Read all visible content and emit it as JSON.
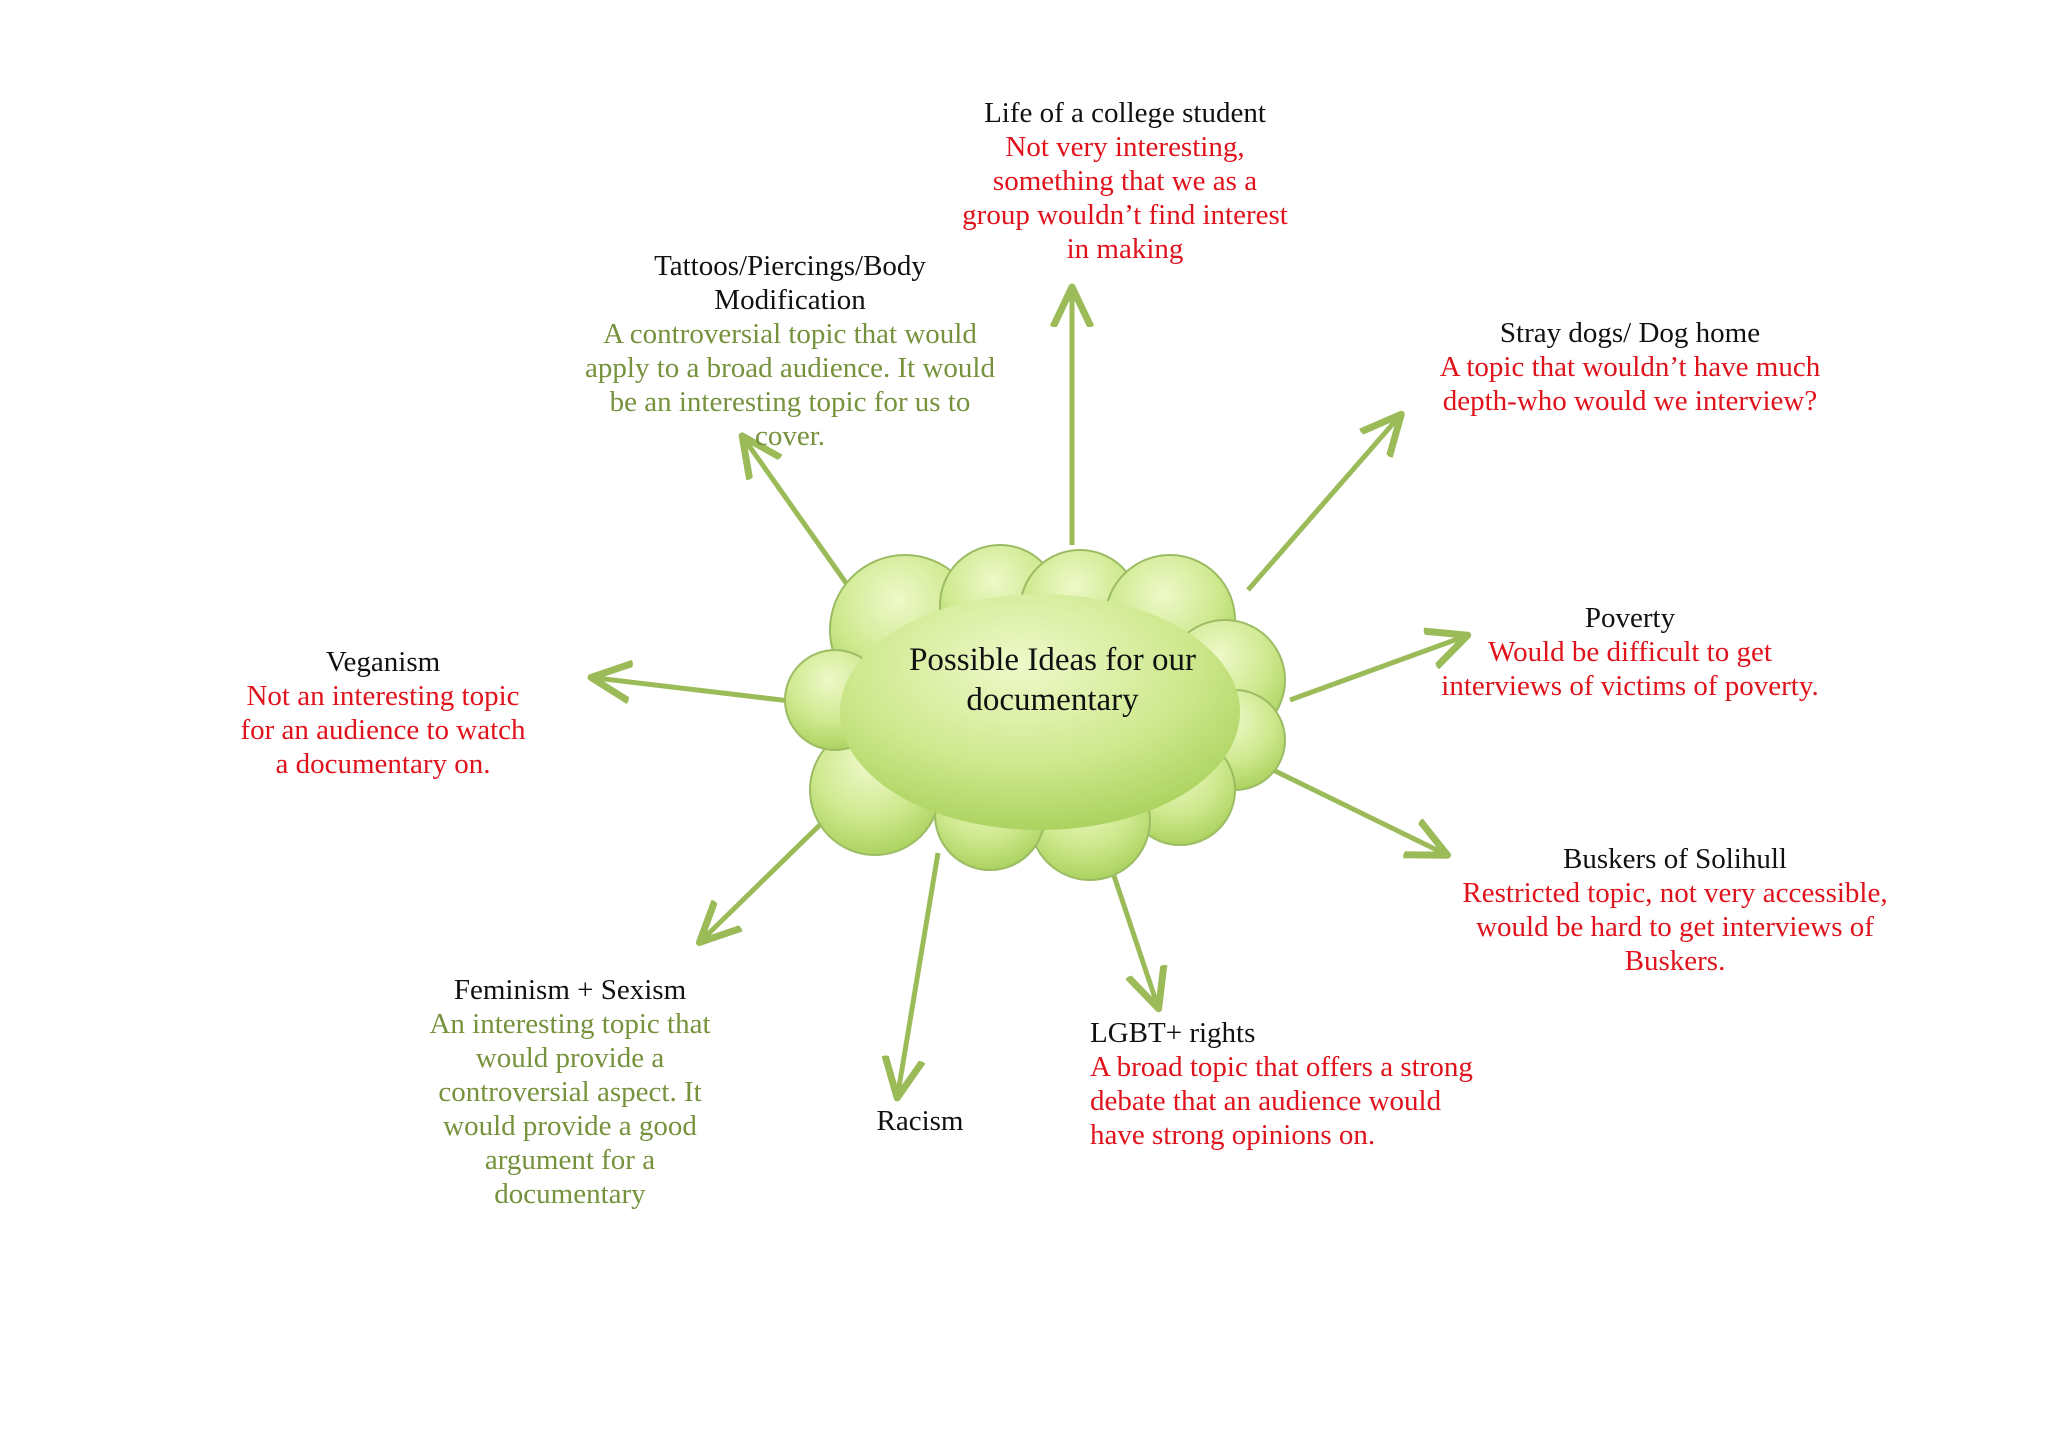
{
  "center": {
    "label": "Possible Ideas for our documentary"
  },
  "ideas": [
    {
      "title": "Life of a college student",
      "comment": "Not very interesting, something that we as a group wouldn’t find interest in making",
      "verdict_color": "#e0121b"
    },
    {
      "title": "Tattoos/Piercings/Body Modification",
      "comment": "A controversial topic that would apply to a broad audience. It would be an interesting topic for us to cover.",
      "verdict_color": "#76923c"
    },
    {
      "title": "Stray dogs/ Dog home",
      "comment": "A topic that wouldn’t have much depth-who would we interview?",
      "verdict_color": "#e0121b"
    },
    {
      "title": "Poverty",
      "comment": "Would be difficult to get interviews of victims of poverty.",
      "verdict_color": "#e0121b"
    },
    {
      "title": "Veganism",
      "comment": "Not an interesting topic for an audience to watch a documentary on.",
      "verdict_color": "#e0121b"
    },
    {
      "title": "Buskers of Solihull",
      "comment": "Restricted topic, not very accessible, would be hard to get interviews of Buskers.",
      "verdict_color": "#e0121b"
    },
    {
      "title": "Feminism + Sexism",
      "comment": "An interesting topic that would provide a controversial aspect. It would provide a good argument for a documentary",
      "verdict_color": "#76923c"
    },
    {
      "title": "Racism",
      "comment": "",
      "verdict_color": ""
    },
    {
      "title": "LGBT+ rights",
      "comment": "A broad topic that offers a strong debate that an audience would have strong opinions on.",
      "verdict_color": "#e0121b"
    }
  ],
  "colors": {
    "cloud_fill_light": "#eaf7c0",
    "cloud_fill_dark": "#a9d15e",
    "cloud_stroke": "#9cbc63",
    "arrow": "#9bbb59"
  }
}
